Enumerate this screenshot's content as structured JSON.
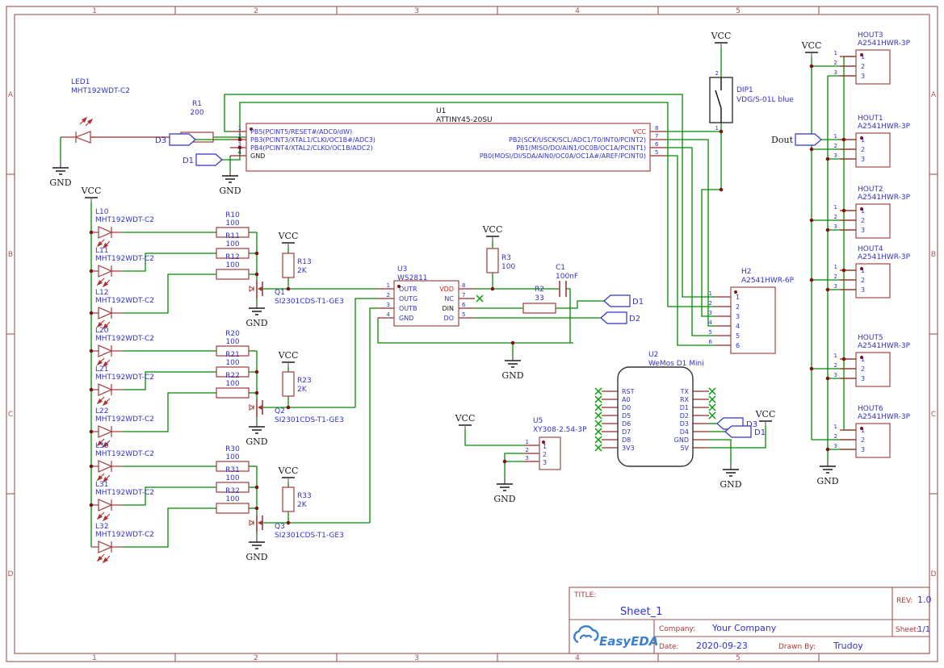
{
  "frame": {
    "cols": [
      "1",
      "2",
      "3",
      "4",
      "5"
    ],
    "rows": [
      "A",
      "B",
      "C",
      "D"
    ]
  },
  "title_block": {
    "title_label": "TITLE:",
    "title": "Sheet_1",
    "rev_label": "REV:",
    "rev": "1.0",
    "company_label": "Company:",
    "company": "Your Company",
    "sheet_label": "Sheet:",
    "sheet": "1/1",
    "date_label": "Date:",
    "date": "2020-09-23",
    "drawn_by_label": "Drawn By:",
    "drawn_by": "Trudoy",
    "logo_text": "EasyEDA"
  },
  "power": {
    "vcc": "VCC",
    "gnd": "GND"
  },
  "flags": {
    "d1": "D1",
    "d2": "D2",
    "d3": "D3",
    "dout": "Dout"
  },
  "u1": {
    "ref": "U1",
    "value": "ATTINY45-20SU",
    "pins_left": [
      {
        "num": "1",
        "name": "PB5(PCINT5/RESET#/ADC0/dW)"
      },
      {
        "num": "2",
        "name": "PB3(PCINT3/XTAL1/CLKI/OC1B#/ADC3)"
      },
      {
        "num": "3",
        "name": "PB4(PCINT4/XTAL2/CLKO/OC1B/ADC2)"
      },
      {
        "num": "4",
        "name": "GND"
      }
    ],
    "pins_right": [
      {
        "num": "8",
        "name": "VCC"
      },
      {
        "num": "7",
        "name": "PB2(SCK/USCK/SCL/ADC1/T0/INT0/PCINT2)"
      },
      {
        "num": "6",
        "name": "PB1(MISO/DO/AIN1/OC0B/OC1A/PCINT1)"
      },
      {
        "num": "5",
        "name": "PB0(MOSI/DI/SDA/AIN0/OC0A/OC1A#/AREF/PCINT0)"
      }
    ]
  },
  "u2": {
    "ref": "U2",
    "value": "WeMos D1 Mini",
    "pins_left": [
      "RST",
      "A0",
      "D0",
      "D5",
      "D6",
      "D7",
      "D8",
      "3V3"
    ],
    "pins_right": [
      "TX",
      "RX",
      "D1",
      "D2",
      "D3",
      "D4",
      "GND",
      "5V"
    ]
  },
  "u3": {
    "ref": "U3",
    "value": "WS2811",
    "pins_left": [
      {
        "num": "1",
        "name": "OUTR"
      },
      {
        "num": "2",
        "name": "OUTG"
      },
      {
        "num": "3",
        "name": "OUTB"
      },
      {
        "num": "4",
        "name": "GND"
      }
    ],
    "pins_right": [
      {
        "num": "8",
        "name": "VDD"
      },
      {
        "num": "7",
        "name": "NC"
      },
      {
        "num": "6",
        "name": "DIN"
      },
      {
        "num": "5",
        "name": "DO"
      }
    ]
  },
  "u5": {
    "ref": "U5",
    "value": "XY308-2.54-3P",
    "pins": [
      "1",
      "2",
      "3"
    ]
  },
  "dip1": {
    "ref": "DIP1",
    "value": "VDG/S-01L blue",
    "pin_top": "2",
    "pin_bottom": "1"
  },
  "h2": {
    "ref": "H2",
    "value": "A2541HWR-6P",
    "pins": [
      "1",
      "2",
      "3",
      "4",
      "5",
      "6"
    ]
  },
  "houts": [
    {
      "ref": "HOUT3",
      "value": "A2541HWR-3P",
      "pins": [
        "1",
        "2",
        "3"
      ]
    },
    {
      "ref": "HOUT1",
      "value": "A2541HWR-3P",
      "pins": [
        "1",
        "2",
        "3"
      ]
    },
    {
      "ref": "HOUT2",
      "value": "A2541HWR-3P",
      "pins": [
        "1",
        "2",
        "3"
      ]
    },
    {
      "ref": "HOUT4",
      "value": "A2541HWR-3P",
      "pins": [
        "1",
        "2",
        "3"
      ]
    },
    {
      "ref": "HOUT5",
      "value": "A2541HWR-3P",
      "pins": [
        "1",
        "2",
        "3"
      ]
    },
    {
      "ref": "HOUT6",
      "value": "A2541HWR-3P",
      "pins": [
        "1",
        "2",
        "3"
      ]
    }
  ],
  "led1": {
    "ref": "LED1",
    "value": "MHT192WDT-C2"
  },
  "r1": {
    "ref": "R1",
    "value": "200"
  },
  "r2": {
    "ref": "R2",
    "value": "33"
  },
  "r3": {
    "ref": "R3",
    "value": "100"
  },
  "c1": {
    "ref": "C1",
    "value": "100nF"
  },
  "banks": [
    {
      "leds": [
        {
          "ref": "L10",
          "value": "MHT192WDT-C2"
        },
        {
          "ref": "L11",
          "value": "MHT192WDT-C2"
        },
        {
          "ref": "L12",
          "value": "MHT192WDT-C2"
        }
      ],
      "resistors": [
        {
          "ref": "R10",
          "value": "100"
        },
        {
          "ref": "R11",
          "value": "100"
        },
        {
          "ref": "R12",
          "value": "100"
        }
      ],
      "pullup": {
        "ref": "R13",
        "value": "2K"
      },
      "mosfet": {
        "ref": "Q1",
        "value": "SI2301CDS-T1-GE3"
      }
    },
    {
      "leds": [
        {
          "ref": "L20",
          "value": "MHT192WDT-C2"
        },
        {
          "ref": "L21",
          "value": "MHT192WDT-C2"
        },
        {
          "ref": "L22",
          "value": "MHT192WDT-C2"
        }
      ],
      "resistors": [
        {
          "ref": "R20",
          "value": "100"
        },
        {
          "ref": "R21",
          "value": "100"
        },
        {
          "ref": "R22",
          "value": "100"
        }
      ],
      "pullup": {
        "ref": "R23",
        "value": "2K"
      },
      "mosfet": {
        "ref": "Q2",
        "value": "SI2301CDS-T1-GE3"
      }
    },
    {
      "leds": [
        {
          "ref": "L30",
          "value": "MHT192WDT-C2"
        },
        {
          "ref": "L31",
          "value": "MHT192WDT-C2"
        },
        {
          "ref": "L32",
          "value": "MHT192WDT-C2"
        }
      ],
      "resistors": [
        {
          "ref": "R30",
          "value": "100"
        },
        {
          "ref": "R31",
          "value": "100"
        },
        {
          "ref": "R32",
          "value": "100"
        }
      ],
      "pullup": {
        "ref": "R33",
        "value": "2K"
      },
      "mosfet": {
        "ref": "Q3",
        "value": "SI2301CDS-T1-GE3"
      }
    }
  ]
}
